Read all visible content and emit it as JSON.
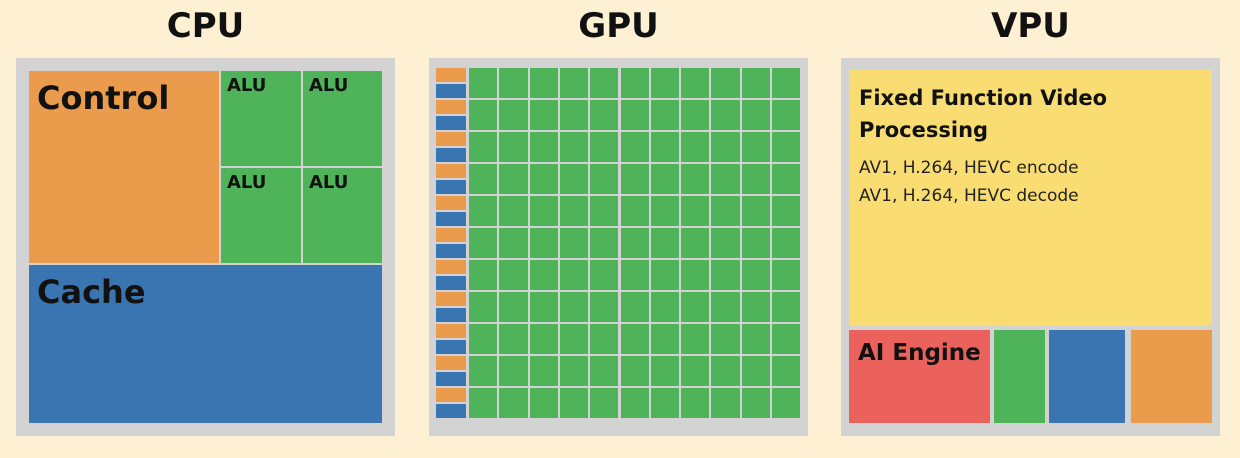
{
  "cpu": {
    "title": "CPU",
    "control_label": "Control",
    "alu_labels": [
      "ALU",
      "ALU",
      "ALU",
      "ALU"
    ],
    "cache_label": "Cache"
  },
  "gpu": {
    "title": "GPU",
    "rows": 11,
    "cols": 11
  },
  "vpu": {
    "title": "VPU",
    "fixed_title_line1": "Fixed Function Video",
    "fixed_title_line2": "Processing",
    "encode_line": "AV1, H.264, HEVC encode",
    "decode_line": "AV1, H.264, HEVC decode",
    "ai_label": "AI Engine"
  },
  "colors": {
    "background": "#fdf0d3",
    "panel": "#d3d3d3",
    "control": "#ea9b4b",
    "alu": "#4fb459",
    "cache": "#3a75b1",
    "fixed_function": "#f9dc72",
    "ai_engine": "#ea625b"
  }
}
